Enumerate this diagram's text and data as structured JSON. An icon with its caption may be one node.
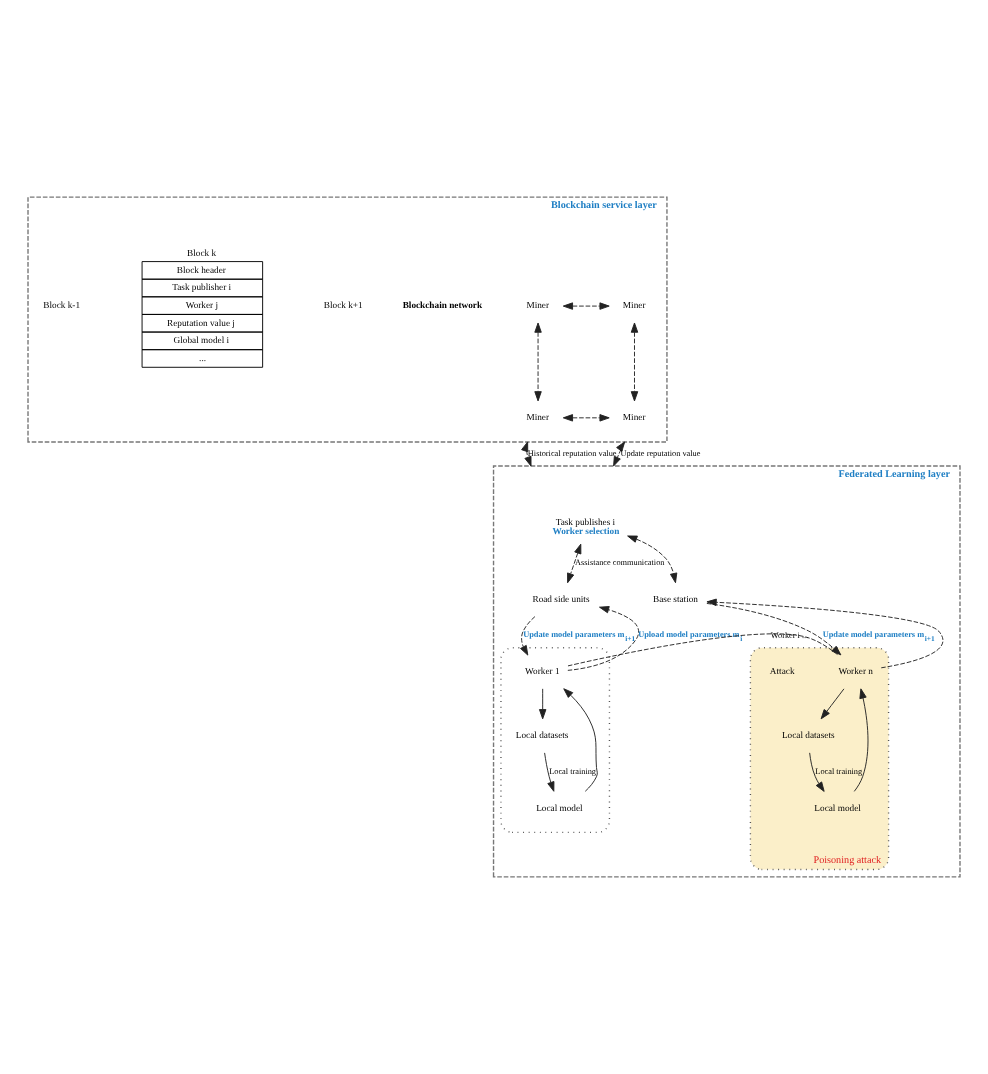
{
  "diagram": {
    "nodes": [
      {
        "text": [
          "Blockchain service layer"
        ]
      },
      {
        "text": [
          "Miner"
        ],
        "in": 0
      },
      {
        "text": [
          "Miner"
        ],
        "in": 0
      },
      {
        "text": [
          "Miner"
        ],
        "in": 0
      },
      {
        "text": [
          "Miner"
        ],
        "in": 0
      },
      {
        "text": [
          "Blockchain network"
        ],
        "in": 0
      },
      {
        "text": [
          "Block k-1"
        ],
        "in": 0
      },
      {
        "text": [
          "Block k",
          "Block header",
          "Task publisher i",
          "Worker j",
          "Reputation value j",
          "Global model i",
          "..."
        ],
        "in": 0
      },
      {
        "text": [
          "Block k+1"
        ],
        "in": 0
      },
      {
        "text": [
          "Federated Learning layer"
        ]
      },
      {
        "text": [
          "Task publishes i"
        ],
        "beside": [
          "Worker selection"
        ],
        "in": 9
      },
      {
        "text": [
          "Road side units"
        ],
        "in": 9
      },
      {
        "text": [
          "Base station"
        ],
        "in": 9
      },
      {
        "text": [],
        "shape": "ellipse",
        "in": 9
      },
      {
        "text": [
          "Worker 1"
        ],
        "in": 13
      },
      {
        "text": [
          "Local datasets"
        ],
        "in": 13
      },
      {
        "text": [
          "Local model"
        ],
        "in": 13
      },
      {
        "text": [],
        "shape": "ellipse",
        "in": 9,
        "beside": [
          "Poisoning attack"
        ]
      },
      {
        "text": [
          "Worker n"
        ],
        "in": 17
      },
      {
        "text": [
          "Attack"
        ],
        "in": 17
      },
      {
        "text": [
          "Local datasets"
        ],
        "in": 17
      },
      {
        "text": [
          "Local model"
        ],
        "in": 17
      }
    ],
    "edges": [
      {
        "from": 1,
        "to": 2,
        "arrow": "both",
        "style": "dashed"
      },
      {
        "from": 1,
        "to": 3,
        "arrow": "both",
        "style": "dashed"
      },
      {
        "from": 2,
        "to": 4,
        "arrow": "both",
        "style": "dashed"
      },
      {
        "from": 3,
        "to": 4,
        "arrow": "both",
        "style": "dashed"
      },
      {
        "from": 0,
        "to": 9,
        "label": "Historical reputation value",
        "arrow": "both",
        "style": "dashed"
      },
      {
        "from": 0,
        "to": 9,
        "label": "Update reputation value",
        "arrow": "both",
        "style": "dashed"
      },
      {
        "from": 10,
        "to": 11,
        "label": "Assistance communication",
        "arrow": "both",
        "style": "dashed"
      },
      {
        "from": 10,
        "to": 12,
        "arrow": "both",
        "style": "dashed"
      },
      {
        "from": 11,
        "to": 14,
        "label": "Update model parameters m$_{i+1}$",
        "arrow": "to",
        "style": "dashed"
      },
      {
        "from": 14,
        "to": 11,
        "label": "Upload model parameters m$_{i}$",
        "arrow": "to",
        "style": "dashed"
      },
      {
        "from": 12,
        "to": 18,
        "label": "Update model parameters m$_{i+1}$",
        "arrow": "to",
        "style": "dashed"
      },
      {
        "from": 18,
        "to": 12,
        "arrow": "to",
        "style": "dashed"
      },
      {
        "from": 14,
        "to": 18,
        "label": "Worker i ...",
        "arrow": "none",
        "style": "dashed"
      },
      {
        "from": 14,
        "to": 15,
        "arrow": "to"
      },
      {
        "from": 15,
        "to": 16,
        "label": "Local training",
        "arrow": "to"
      },
      {
        "from": 16,
        "to": 14,
        "arrow": "to"
      },
      {
        "from": 18,
        "to": 20,
        "arrow": "to"
      },
      {
        "from": 20,
        "to": 21,
        "label": "Local training",
        "arrow": "to"
      },
      {
        "from": 21,
        "to": 18,
        "arrow": "to"
      }
    ]
  }
}
